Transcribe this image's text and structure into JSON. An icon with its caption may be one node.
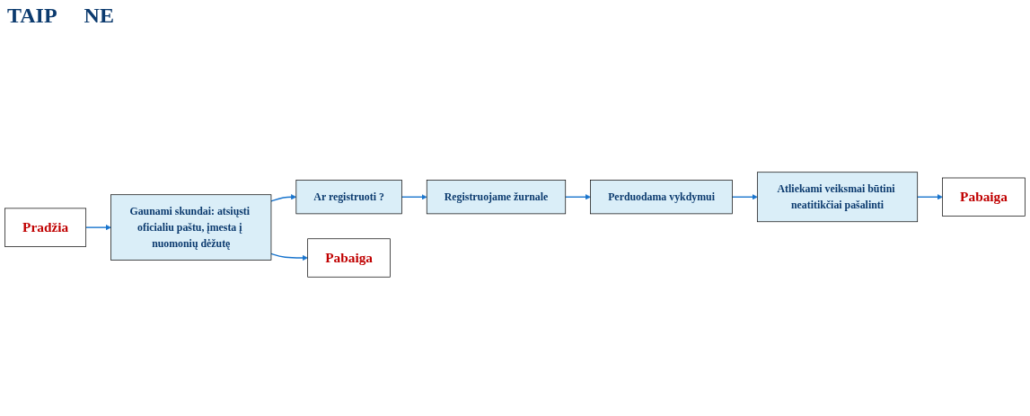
{
  "diagram": {
    "nodes": [
      {
        "text": [
          "Pradžia"
        ]
      },
      {
        "text": [
          "Gaunami skundai: atsiųsti oficialiu paštu, įmesta į nuomonių dėžutę"
        ]
      },
      {
        "text": [
          "Ar registruoti ?"
        ]
      },
      {
        "text": [
          "Registruojame žurnale"
        ]
      },
      {
        "text": [
          "Pabaiga"
        ]
      },
      {
        "text": [
          "Perduodama vykdymui"
        ]
      },
      {
        "text": [
          "Pabaiga"
        ]
      },
      {
        "text": [
          "Atliekami veiksmai būtini neatitikčiai pašalinti"
        ]
      }
    ],
    "edges": [
      {
        "from": 0,
        "to": 1,
        "arrow": "to"
      },
      {
        "from": 1,
        "to": 2,
        "arrow": "to"
      },
      {
        "from": 2,
        "to": 3,
        "arrow": "to"
      },
      {
        "from": 1,
        "to": 4,
        "arrow": "to"
      },
      {
        "from": 3,
        "to": 5,
        "arrow": "to"
      },
      {
        "from": 5,
        "to": 7,
        "arrow": "to"
      },
      {
        "from": 7,
        "to": 6,
        "arrow": "to"
      }
    ],
    "labels": [
      "TAIP",
      "NE"
    ]
  }
}
